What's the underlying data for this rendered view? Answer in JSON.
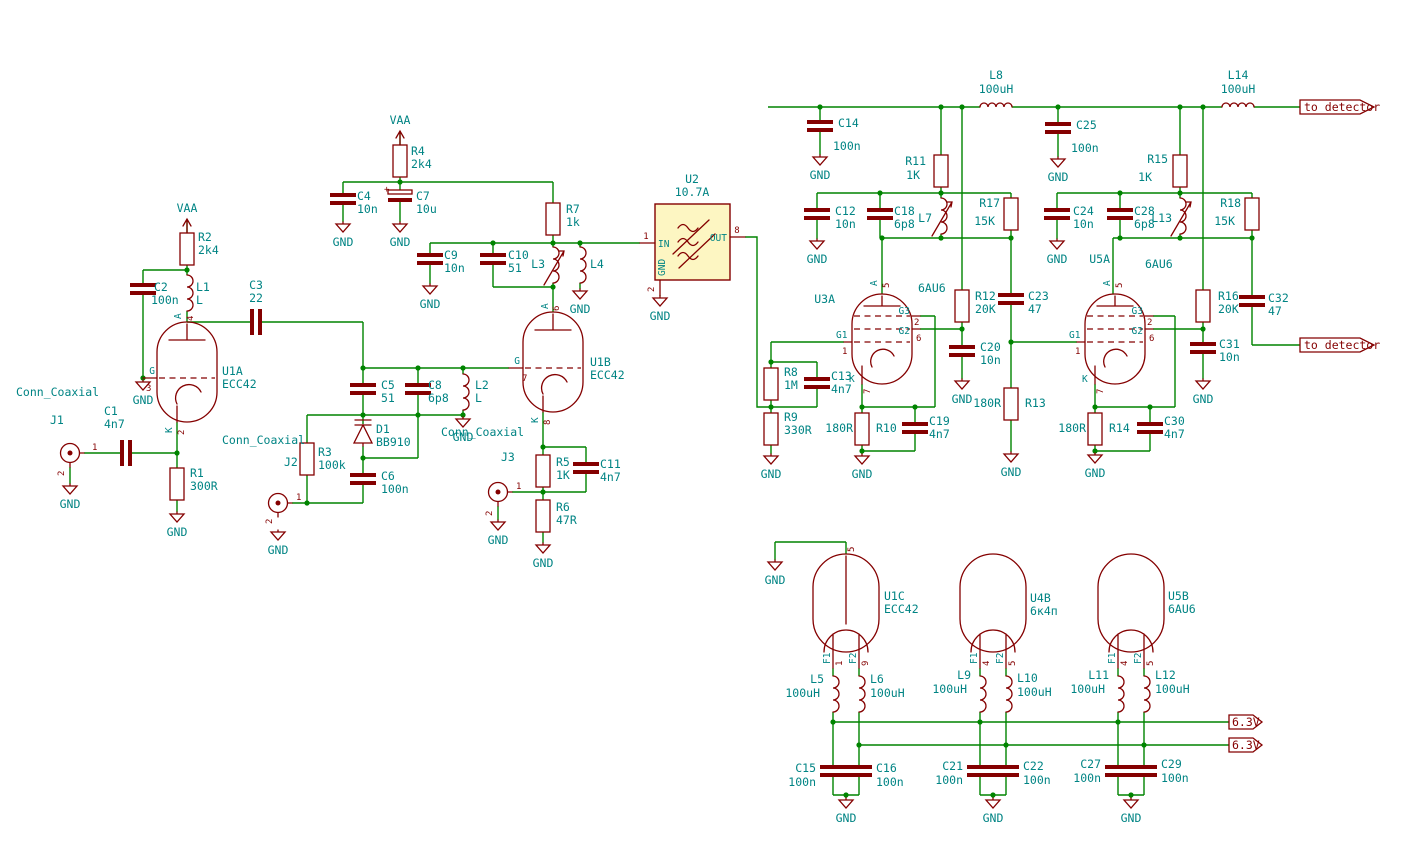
{
  "power": {
    "gnd": "GND",
    "vaa": "VAA"
  },
  "ports": {
    "det": "to_detector",
    "heat": "6.3V"
  },
  "colors": {
    "wire": "#008400",
    "symbol": "#840000",
    "field": "#008484",
    "block_fill": "#fdf6c2"
  },
  "c": {
    "J1": {
      "r": "J1",
      "v": "Conn_Coaxial",
      "p1": "1",
      "p2": "2"
    },
    "J2": {
      "r": "J2",
      "v": "Conn_Coaxial",
      "p1": "1",
      "p2": "2"
    },
    "J3": {
      "r": "J3",
      "v": "Conn_Coaxial",
      "p1": "1",
      "p2": "2"
    },
    "R1": {
      "r": "R1",
      "v": "300R"
    },
    "R2": {
      "r": "R2",
      "v": "2k4"
    },
    "R3": {
      "r": "R3",
      "v": "100k"
    },
    "R4": {
      "r": "R4",
      "v": "2k4"
    },
    "R5": {
      "r": "R5",
      "v": "1K"
    },
    "R6": {
      "r": "R6",
      "v": "47R"
    },
    "R7": {
      "r": "R7",
      "v": "1k"
    },
    "R8": {
      "r": "R8",
      "v": "1M"
    },
    "R9": {
      "r": "R9",
      "v": "330R"
    },
    "R10": {
      "r": "R10",
      "v": "180R"
    },
    "R11": {
      "r": "R11",
      "v": "1K"
    },
    "R12": {
      "r": "R12",
      "v": "20K"
    },
    "R13": {
      "r": "R13",
      "v": "180R"
    },
    "R14": {
      "r": "R14",
      "v": "180R"
    },
    "R15": {
      "r": "R15",
      "v": "1K"
    },
    "R16": {
      "r": "R16",
      "v": "20K"
    },
    "R17": {
      "r": "R17",
      "v": "15K"
    },
    "R18": {
      "r": "R18",
      "v": "15K"
    },
    "C1": {
      "r": "C1",
      "v": "4n7"
    },
    "C2": {
      "r": "C2",
      "v": "100n"
    },
    "C3": {
      "r": "C3",
      "v": "22"
    },
    "C4": {
      "r": "C4",
      "v": "10n"
    },
    "C5": {
      "r": "C5",
      "v": "51"
    },
    "C6": {
      "r": "C6",
      "v": "100n"
    },
    "C7": {
      "r": "C7",
      "v": "10u",
      "plus": "+"
    },
    "C8": {
      "r": "C8",
      "v": "6p8"
    },
    "C9": {
      "r": "C9",
      "v": "10n"
    },
    "C10": {
      "r": "C10",
      "v": "51"
    },
    "C11": {
      "r": "C11",
      "v": "4n7"
    },
    "C12": {
      "r": "C12",
      "v": "10n"
    },
    "C13": {
      "r": "C13",
      "v": "4n7"
    },
    "C14": {
      "r": "C14",
      "v": "100n"
    },
    "C15": {
      "r": "C15",
      "v": "100n"
    },
    "C16": {
      "r": "C16",
      "v": "100n"
    },
    "C18": {
      "r": "C18",
      "v": "6p8"
    },
    "C19": {
      "r": "C19",
      "v": "4n7"
    },
    "C20": {
      "r": "C20",
      "v": "10n"
    },
    "C21": {
      "r": "C21",
      "v": "100n"
    },
    "C22": {
      "r": "C22",
      "v": "100n"
    },
    "C23": {
      "r": "C23",
      "v": "47"
    },
    "C24": {
      "r": "C24",
      "v": "10n"
    },
    "C25": {
      "r": "C25",
      "v": "100n"
    },
    "C27": {
      "r": "C27",
      "v": "100n"
    },
    "C28": {
      "r": "C28",
      "v": "6p8"
    },
    "C29": {
      "r": "C29",
      "v": "100n"
    },
    "C30": {
      "r": "C30",
      "v": "4n7"
    },
    "C31": {
      "r": "C31",
      "v": "10n"
    },
    "C32": {
      "r": "C32",
      "v": "47"
    },
    "L1": {
      "r": "L1",
      "v": "L"
    },
    "L2": {
      "r": "L2",
      "v": "L"
    },
    "L3": {
      "r": "L3",
      "v": ""
    },
    "L4": {
      "r": "L4",
      "v": ""
    },
    "L5": {
      "r": "L5",
      "v": "100uH"
    },
    "L6": {
      "r": "L6",
      "v": "100uH"
    },
    "L7": {
      "r": "L7",
      "v": ""
    },
    "L8": {
      "r": "L8",
      "v": "100uH"
    },
    "L9": {
      "r": "L9",
      "v": "100uH"
    },
    "L10": {
      "r": "L10",
      "v": "100uH"
    },
    "L11": {
      "r": "L11",
      "v": "100uH"
    },
    "L12": {
      "r": "L12",
      "v": "100uH"
    },
    "L13": {
      "r": "L13",
      "v": ""
    },
    "L14": {
      "r": "L14",
      "v": "100uH"
    },
    "D1": {
      "r": "D1",
      "v": "BB910"
    },
    "U1A": {
      "r": "U1A",
      "v": "ECC42",
      "pa": "A",
      "na": "4",
      "pg": "G",
      "ng": "3",
      "pk": "K",
      "nk": "2"
    },
    "U1B": {
      "r": "U1B",
      "v": "ECC42",
      "pa": "A",
      "na": "6",
      "pg": "G",
      "ng": "7",
      "pk": "K",
      "nk": "8"
    },
    "U2": {
      "r": "U2",
      "v": "10.7A",
      "pin_in": "IN",
      "pin_out": "OUT",
      "pin_gnd": "GND",
      "n1": "1",
      "n8": "8",
      "n2": "2"
    },
    "U3A": {
      "r": "U3A",
      "v": "6AU6",
      "g1": "G1",
      "n1": "1",
      "g2": "G2",
      "n6": "6",
      "g3": "G3",
      "n2": "2",
      "pa": "A",
      "na": "5",
      "pk": "K",
      "nk": "7"
    },
    "U5A": {
      "r": "U5A",
      "v": "6AU6",
      "g1": "G1",
      "n1": "1",
      "g2": "G2",
      "n6": "6",
      "g3": "G3",
      "n2": "2",
      "pa": "A",
      "na": "5",
      "pk": "K",
      "nk": "7"
    },
    "U1C": {
      "r": "U1C",
      "v": "ECC42",
      "f1": "F1",
      "nf1": "1",
      "f2": "F2",
      "nf2": "9",
      "ntop": "5"
    },
    "U4B": {
      "r": "U4B",
      "v": "6к4п",
      "f1": "F1",
      "nf1": "4",
      "f2": "F2",
      "nf2": "5"
    },
    "U5B": {
      "r": "U5B",
      "v": "6AU6",
      "f1": "F1",
      "nf1": "4",
      "f2": "F2",
      "nf2": "5"
    }
  }
}
